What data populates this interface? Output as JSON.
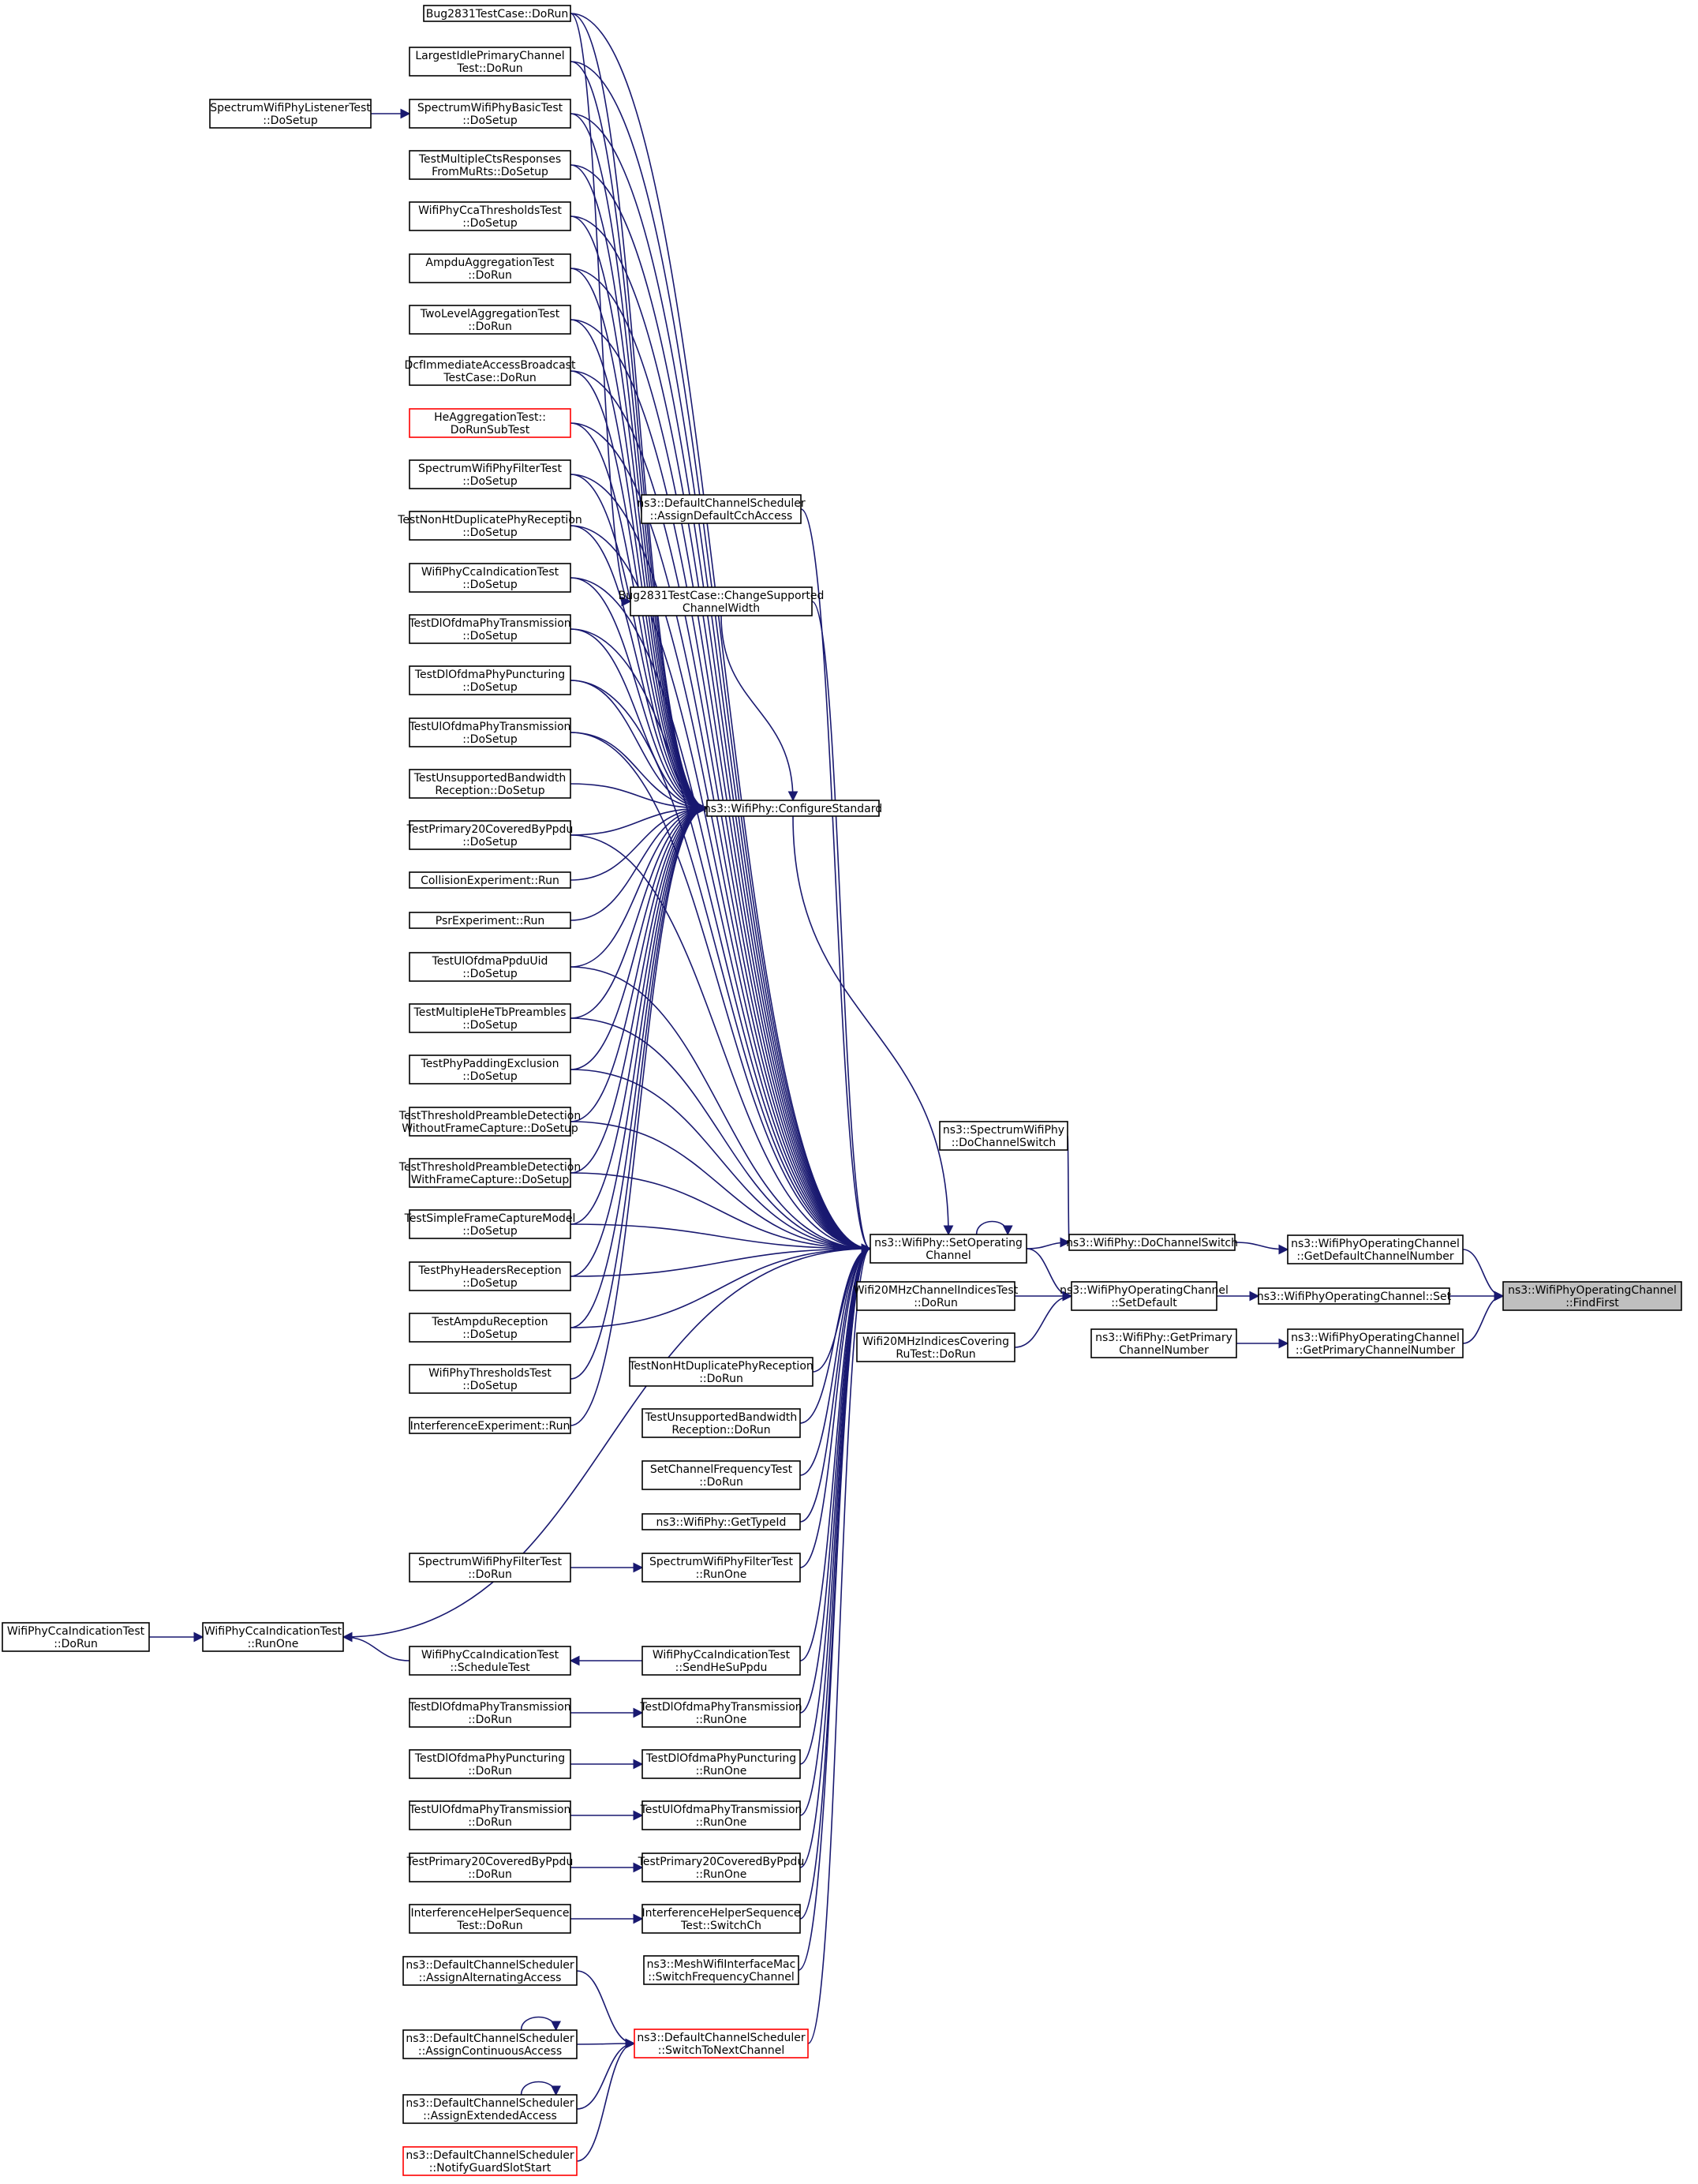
{
  "diagram": {
    "nodes": [
      {
        "id": "n1",
        "lines": [
          "ns3::WifiPhyOperatingChannel",
          "::FindFirst"
        ],
        "style": "grey"
      },
      {
        "id": "n2",
        "lines": [
          "ns3::WifiPhyOperatingChannel",
          "::GetDefaultChannelNumber"
        ],
        "style": "normal"
      },
      {
        "id": "n3",
        "lines": [
          "ns3::WifiPhyOperatingChannel::Set"
        ],
        "style": "normal"
      },
      {
        "id": "n4",
        "lines": [
          "ns3::WifiPhyOperatingChannel",
          "::GetPrimaryChannelNumber"
        ],
        "style": "normal"
      },
      {
        "id": "n5",
        "lines": [
          "ns3::WifiPhy::DoChannelSwitch"
        ],
        "style": "normal"
      },
      {
        "id": "n6",
        "lines": [
          "ns3::WifiPhyOperatingChannel",
          "::SetDefault"
        ],
        "style": "normal"
      },
      {
        "id": "n7",
        "lines": [
          "ns3::WifiPhy::GetPrimary",
          "ChannelNumber"
        ],
        "style": "normal"
      },
      {
        "id": "n8",
        "lines": [
          "ns3::WifiPhy::SetOperating",
          "Channel"
        ],
        "style": "normal"
      },
      {
        "id": "n9",
        "lines": [
          "ns3::SpectrumWifiPhy",
          "::DoChannelSwitch"
        ],
        "style": "normal"
      },
      {
        "id": "n10",
        "lines": [
          "Wifi20MHzChannelIndicesTest",
          "::DoRun"
        ],
        "style": "normal"
      },
      {
        "id": "n11",
        "lines": [
          "Wifi20MHzIndicesCovering",
          "RuTest::DoRun"
        ],
        "style": "normal"
      },
      {
        "id": "n12",
        "lines": [
          "ns3::WifiPhy::ConfigureStandard"
        ],
        "style": "normal"
      },
      {
        "id": "n13",
        "lines": [
          "ns3::DefaultChannelScheduler",
          "::AssignDefaultCchAccess"
        ],
        "style": "normal"
      },
      {
        "id": "n14",
        "lines": [
          "Bug2831TestCase::ChangeSupported",
          "ChannelWidth"
        ],
        "style": "normal"
      },
      {
        "id": "n15",
        "lines": [
          "Bug2831TestCase::DoRun"
        ],
        "style": "normal"
      },
      {
        "id": "n16",
        "lines": [
          "LargestIdlePrimaryChannel",
          "Test::DoRun"
        ],
        "style": "normal"
      },
      {
        "id": "n17",
        "lines": [
          "SpectrumWifiPhyBasicTest",
          "::DoSetup"
        ],
        "style": "normal"
      },
      {
        "id": "n18",
        "lines": [
          "SpectrumWifiPhyListenerTest",
          "::DoSetup"
        ],
        "style": "normal"
      },
      {
        "id": "n19",
        "lines": [
          "TestMultipleCtsResponses",
          "FromMuRts::DoSetup"
        ],
        "style": "normal"
      },
      {
        "id": "n20",
        "lines": [
          "WifiPhyCcaThresholdsTest",
          "::DoSetup"
        ],
        "style": "normal"
      },
      {
        "id": "n21",
        "lines": [
          "AmpduAggregationTest",
          "::DoRun"
        ],
        "style": "normal"
      },
      {
        "id": "n22",
        "lines": [
          "TwoLevelAggregationTest",
          "::DoRun"
        ],
        "style": "normal"
      },
      {
        "id": "n23",
        "lines": [
          "DcfImmediateAccessBroadcast",
          "TestCase::DoRun"
        ],
        "style": "normal"
      },
      {
        "id": "n24",
        "lines": [
          "HeAggregationTest::",
          "DoRunSubTest"
        ],
        "style": "red"
      },
      {
        "id": "n25",
        "lines": [
          "SpectrumWifiPhyFilterTest",
          "::DoSetup"
        ],
        "style": "normal"
      },
      {
        "id": "n26",
        "lines": [
          "TestNonHtDuplicatePhyReception",
          "::DoSetup"
        ],
        "style": "normal"
      },
      {
        "id": "n27",
        "lines": [
          "WifiPhyCcaIndicationTest",
          "::DoSetup"
        ],
        "style": "normal"
      },
      {
        "id": "n28",
        "lines": [
          "TestDlOfdmaPhyTransmission",
          "::DoSetup"
        ],
        "style": "normal"
      },
      {
        "id": "n29",
        "lines": [
          "TestDlOfdmaPhyPuncturing",
          "::DoSetup"
        ],
        "style": "normal"
      },
      {
        "id": "n30",
        "lines": [
          "TestUlOfdmaPhyTransmission",
          "::DoSetup"
        ],
        "style": "normal"
      },
      {
        "id": "n31",
        "lines": [
          "TestUnsupportedBandwidth",
          "Reception::DoSetup"
        ],
        "style": "normal"
      },
      {
        "id": "n32",
        "lines": [
          "TestPrimary20CoveredByPpdu",
          "::DoSetup"
        ],
        "style": "normal"
      },
      {
        "id": "n33",
        "lines": [
          "CollisionExperiment::Run"
        ],
        "style": "normal"
      },
      {
        "id": "n34",
        "lines": [
          "PsrExperiment::Run"
        ],
        "style": "normal"
      },
      {
        "id": "n35",
        "lines": [
          "TestUlOfdmaPpduUid",
          "::DoSetup"
        ],
        "style": "normal"
      },
      {
        "id": "n36",
        "lines": [
          "TestMultipleHeTbPreambles",
          "::DoSetup"
        ],
        "style": "normal"
      },
      {
        "id": "n37",
        "lines": [
          "TestPhyPaddingExclusion",
          "::DoSetup"
        ],
        "style": "normal"
      },
      {
        "id": "n38",
        "lines": [
          "TestThresholdPreambleDetection",
          "WithoutFrameCapture::DoSetup"
        ],
        "style": "normal"
      },
      {
        "id": "n39",
        "lines": [
          "TestThresholdPreambleDetection",
          "WithFrameCapture::DoSetup"
        ],
        "style": "normal"
      },
      {
        "id": "n40",
        "lines": [
          "TestSimpleFrameCaptureModel",
          "::DoSetup"
        ],
        "style": "normal"
      },
      {
        "id": "n41",
        "lines": [
          "TestPhyHeadersReception",
          "::DoSetup"
        ],
        "style": "normal"
      },
      {
        "id": "n42",
        "lines": [
          "TestAmpduReception",
          "::DoSetup"
        ],
        "style": "normal"
      },
      {
        "id": "n43",
        "lines": [
          "WifiPhyThresholdsTest",
          "::DoSetup"
        ],
        "style": "normal"
      },
      {
        "id": "n44",
        "lines": [
          "InterferenceExperiment::Run"
        ],
        "style": "normal"
      },
      {
        "id": "n45",
        "lines": [
          "TestNonHtDuplicatePhyReception",
          "::DoRun"
        ],
        "style": "normal"
      },
      {
        "id": "n46",
        "lines": [
          "TestUnsupportedBandwidth",
          "Reception::DoRun"
        ],
        "style": "normal"
      },
      {
        "id": "n47",
        "lines": [
          "SetChannelFrequencyTest",
          "::DoRun"
        ],
        "style": "normal"
      },
      {
        "id": "n48",
        "lines": [
          "ns3::WifiPhy::GetTypeId"
        ],
        "style": "normal"
      },
      {
        "id": "n49",
        "lines": [
          "SpectrumWifiPhyFilterTest",
          "::DoRun"
        ],
        "style": "normal"
      },
      {
        "id": "n50",
        "lines": [
          "SpectrumWifiPhyFilterTest",
          "::RunOne"
        ],
        "style": "normal"
      },
      {
        "id": "n51",
        "lines": [
          "WifiPhyCcaIndicationTest",
          "::DoRun"
        ],
        "style": "normal"
      },
      {
        "id": "n52",
        "lines": [
          "WifiPhyCcaIndicationTest",
          "::RunOne"
        ],
        "style": "normal"
      },
      {
        "id": "n53",
        "lines": [
          "WifiPhyCcaIndicationTest",
          "::ScheduleTest"
        ],
        "style": "normal"
      },
      {
        "id": "n54",
        "lines": [
          "WifiPhyCcaIndicationTest",
          "::SendHeSuPpdu"
        ],
        "style": "normal"
      },
      {
        "id": "n55",
        "lines": [
          "TestDlOfdmaPhyTransmission",
          "::DoRun"
        ],
        "style": "normal"
      },
      {
        "id": "n56",
        "lines": [
          "TestDlOfdmaPhyTransmission",
          "::RunOne"
        ],
        "style": "normal"
      },
      {
        "id": "n57",
        "lines": [
          "TestDlOfdmaPhyPuncturing",
          "::DoRun"
        ],
        "style": "normal"
      },
      {
        "id": "n58",
        "lines": [
          "TestDlOfdmaPhyPuncturing",
          "::RunOne"
        ],
        "style": "normal"
      },
      {
        "id": "n59",
        "lines": [
          "TestUlOfdmaPhyTransmission",
          "::DoRun"
        ],
        "style": "normal"
      },
      {
        "id": "n60",
        "lines": [
          "TestUlOfdmaPhyTransmission",
          "::RunOne"
        ],
        "style": "normal"
      },
      {
        "id": "n61",
        "lines": [
          "TestPrimary20CoveredByPpdu",
          "::DoRun"
        ],
        "style": "normal"
      },
      {
        "id": "n62",
        "lines": [
          "TestPrimary20CoveredByPpdu",
          "::RunOne"
        ],
        "style": "normal"
      },
      {
        "id": "n63",
        "lines": [
          "InterferenceHelperSequence",
          "Test::DoRun"
        ],
        "style": "normal"
      },
      {
        "id": "n64",
        "lines": [
          "InterferenceHelperSequence",
          "Test::SwitchCh"
        ],
        "style": "normal"
      },
      {
        "id": "n65",
        "lines": [
          "ns3::MeshWifiInterfaceMac",
          "::SwitchFrequencyChannel"
        ],
        "style": "normal"
      },
      {
        "id": "n66",
        "lines": [
          "ns3::DefaultChannelScheduler",
          "::AssignAlternatingAccess"
        ],
        "style": "normal"
      },
      {
        "id": "n67",
        "lines": [
          "ns3::DefaultChannelScheduler",
          "::SwitchToNextChannel"
        ],
        "style": "red"
      },
      {
        "id": "n68",
        "lines": [
          "ns3::DefaultChannelScheduler",
          "::AssignContinuousAccess"
        ],
        "style": "normal"
      },
      {
        "id": "n69",
        "lines": [
          "ns3::DefaultChannelScheduler",
          "::AssignExtendedAccess"
        ],
        "style": "normal"
      },
      {
        "id": "n70",
        "lines": [
          "ns3::DefaultChannelScheduler",
          "::NotifyGuardSlotStart"
        ],
        "style": "red"
      }
    ],
    "edges": [
      [
        "n2",
        "n1"
      ],
      [
        "n3",
        "n1"
      ],
      [
        "n4",
        "n1"
      ],
      [
        "n5",
        "n2"
      ],
      [
        "n6",
        "n3"
      ],
      [
        "n7",
        "n4"
      ],
      [
        "n8",
        "n5"
      ],
      [
        "n9",
        "n5"
      ],
      [
        "n8",
        "n6"
      ],
      [
        "n10",
        "n6"
      ],
      [
        "n11",
        "n6"
      ],
      [
        "n12",
        "n8"
      ],
      [
        "n8",
        "n8"
      ],
      [
        "n13",
        "n8"
      ],
      [
        "n14",
        "n8"
      ],
      [
        "n15",
        "n8"
      ],
      [
        "n16",
        "n8"
      ],
      [
        "n17",
        "n8"
      ],
      [
        "n19",
        "n8"
      ],
      [
        "n20",
        "n8"
      ],
      [
        "n21",
        "n8"
      ],
      [
        "n22",
        "n8"
      ],
      [
        "n23",
        "n8"
      ],
      [
        "n24",
        "n8"
      ],
      [
        "n25",
        "n8"
      ],
      [
        "n26",
        "n8"
      ],
      [
        "n27",
        "n8"
      ],
      [
        "n28",
        "n8"
      ],
      [
        "n29",
        "n8"
      ],
      [
        "n30",
        "n8"
      ],
      [
        "n32",
        "n8"
      ],
      [
        "n35",
        "n8"
      ],
      [
        "n36",
        "n8"
      ],
      [
        "n37",
        "n8"
      ],
      [
        "n38",
        "n8"
      ],
      [
        "n39",
        "n8"
      ],
      [
        "n40",
        "n8"
      ],
      [
        "n41",
        "n8"
      ],
      [
        "n42",
        "n8"
      ],
      [
        "n45",
        "n8"
      ],
      [
        "n46",
        "n8"
      ],
      [
        "n47",
        "n8"
      ],
      [
        "n48",
        "n8"
      ],
      [
        "n50",
        "n8"
      ],
      [
        "n52",
        "n8"
      ],
      [
        "n54",
        "n8"
      ],
      [
        "n56",
        "n8"
      ],
      [
        "n58",
        "n8"
      ],
      [
        "n60",
        "n8"
      ],
      [
        "n62",
        "n8"
      ],
      [
        "n64",
        "n8"
      ],
      [
        "n65",
        "n8"
      ],
      [
        "n67",
        "n8"
      ],
      [
        "n14",
        "n12"
      ],
      [
        "n15",
        "n12"
      ],
      [
        "n16",
        "n12"
      ],
      [
        "n17",
        "n12"
      ],
      [
        "n19",
        "n12"
      ],
      [
        "n20",
        "n12"
      ],
      [
        "n21",
        "n12"
      ],
      [
        "n22",
        "n12"
      ],
      [
        "n23",
        "n12"
      ],
      [
        "n24",
        "n12"
      ],
      [
        "n25",
        "n12"
      ],
      [
        "n26",
        "n12"
      ],
      [
        "n27",
        "n12"
      ],
      [
        "n28",
        "n12"
      ],
      [
        "n29",
        "n12"
      ],
      [
        "n30",
        "n12"
      ],
      [
        "n31",
        "n12"
      ],
      [
        "n32",
        "n12"
      ],
      [
        "n33",
        "n12"
      ],
      [
        "n34",
        "n12"
      ],
      [
        "n35",
        "n12"
      ],
      [
        "n36",
        "n12"
      ],
      [
        "n37",
        "n12"
      ],
      [
        "n38",
        "n12"
      ],
      [
        "n39",
        "n12"
      ],
      [
        "n40",
        "n12"
      ],
      [
        "n41",
        "n12"
      ],
      [
        "n42",
        "n12"
      ],
      [
        "n43",
        "n12"
      ],
      [
        "n44",
        "n12"
      ],
      [
        "n15",
        "n14"
      ],
      [
        "n18",
        "n17"
      ],
      [
        "n49",
        "n50"
      ],
      [
        "n51",
        "n52"
      ],
      [
        "n53",
        "n52"
      ],
      [
        "n54",
        "n53"
      ],
      [
        "n55",
        "n56"
      ],
      [
        "n57",
        "n58"
      ],
      [
        "n59",
        "n60"
      ],
      [
        "n61",
        "n62"
      ],
      [
        "n63",
        "n64"
      ],
      [
        "n66",
        "n67"
      ],
      [
        "n68",
        "n67"
      ],
      [
        "n69",
        "n67"
      ],
      [
        "n70",
        "n67"
      ],
      [
        "n68",
        "n68"
      ],
      [
        "n69",
        "n69"
      ]
    ]
  }
}
